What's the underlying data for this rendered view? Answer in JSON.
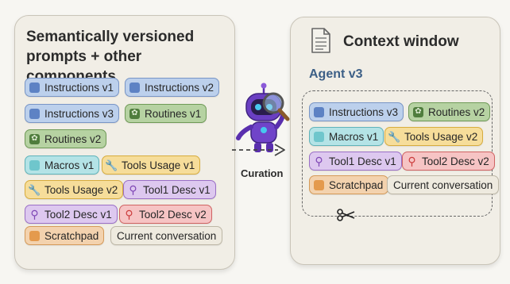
{
  "left_panel": {
    "title_line1": "Semantically versioned",
    "title_line2": "prompts + other components",
    "chips": [
      {
        "label": "Instructions v1",
        "color": "blue",
        "icon": "list-icon"
      },
      {
        "label": "Instructions v2",
        "color": "blue",
        "icon": "list-icon"
      },
      {
        "label": "Instructions v3",
        "color": "blue",
        "icon": "list-icon"
      },
      {
        "label": "Routines v1",
        "color": "green",
        "icon": "gear-icon"
      },
      {
        "label": "Routines v2",
        "color": "green",
        "icon": "gear-icon"
      },
      {
        "label": "Macros v1",
        "color": "teal",
        "icon": "list-icon"
      },
      {
        "label": "Tools Usage v1",
        "color": "yellow",
        "icon": "wrench-icon"
      },
      {
        "label": "Tools Usage v2",
        "color": "yellow",
        "icon": "wrench-icon"
      },
      {
        "label": "Tool1 Desc v1",
        "color": "purple",
        "icon": "magnifier-icon"
      },
      {
        "label": "Tool2 Desc v1",
        "color": "purple",
        "icon": "magnifier-icon"
      },
      {
        "label": "Tool2 Desc v2",
        "color": "red",
        "icon": "magnifier-icon"
      },
      {
        "label": "Scratchpad",
        "color": "orange",
        "icon": "list-icon"
      },
      {
        "label": "Current conversation",
        "color": "neutral",
        "icon": ""
      }
    ]
  },
  "middle": {
    "label": "Curation"
  },
  "right_panel": {
    "title": "Context window",
    "agent_label": "Agent v3",
    "chips": [
      {
        "label": "Instructions v3",
        "color": "blue",
        "icon": "list-icon"
      },
      {
        "label": "Routines v2",
        "color": "green",
        "icon": "gear-icon"
      },
      {
        "label": "Macros v1",
        "color": "teal",
        "icon": "list-icon"
      },
      {
        "label": "Tools Usage v2",
        "color": "yellow",
        "icon": "wrench-icon"
      },
      {
        "label": "Tool1 Desc v1",
        "color": "purple",
        "icon": "magnifier-icon"
      },
      {
        "label": "Tool2 Desc v2",
        "color": "red",
        "icon": "magnifier-icon"
      },
      {
        "label": "Scratchpad",
        "color": "orange",
        "icon": "list-icon"
      },
      {
        "label": "Current conversation",
        "color": "neutral",
        "icon": ""
      }
    ]
  },
  "colors": {
    "blue": "#bcd0ec",
    "green": "#b6d2a2",
    "teal": "#b4e3e6",
    "yellow": "#f6dd9a",
    "purple": "#ddc8ef",
    "red": "#f6c4c4",
    "orange": "#f3d2ae",
    "neutral": "#eeeadf",
    "agent_label": "#3c5f86",
    "robot": "#6a3fc2"
  }
}
